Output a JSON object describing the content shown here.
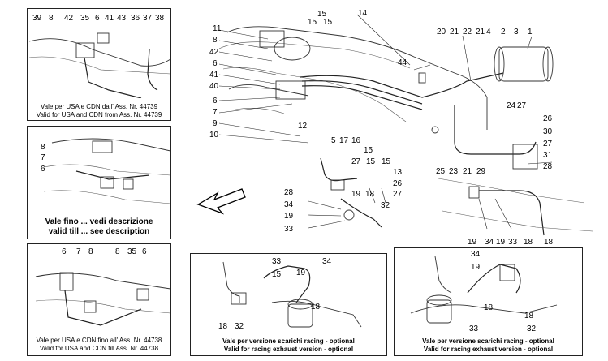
{
  "main": {
    "labels": [
      "11",
      "8",
      "42",
      "6",
      "41",
      "40",
      "6",
      "7",
      "9",
      "10",
      "12",
      "5",
      "17",
      "16",
      "15",
      "15",
      "15",
      "14",
      "15",
      "15",
      "13",
      "44",
      "2",
      "3",
      "1",
      "4",
      "21",
      "22",
      "21",
      "20",
      "26",
      "24",
      "27",
      "30",
      "27",
      "31",
      "28",
      "25",
      "23",
      "21",
      "29",
      "27",
      "15",
      "26",
      "27",
      "28",
      "34",
      "19",
      "33",
      "19",
      "18",
      "32",
      "19",
      "34",
      "19",
      "33",
      "18",
      "18"
    ]
  },
  "top_left": {
    "labels": [
      "39",
      "8",
      "42",
      "35",
      "6",
      "41",
      "43",
      "36",
      "37",
      "38"
    ],
    "caption_it": "Vale per USA e CDN dall' Ass. Nr. 44739",
    "caption_en": "Valid for USA and CDN from Ass. Nr. 44739"
  },
  "mid_left": {
    "labels": [
      "8",
      "7",
      "6"
    ],
    "caption_it": "Vale fino ... vedi descrizione",
    "caption_en": "valid till ... see description"
  },
  "bottom_left": {
    "labels": [
      "6",
      "7",
      "8",
      "8",
      "35",
      "6"
    ],
    "caption_it": "Vale per USA e CDN fino all' Ass. Nr. 44738",
    "caption_en": "Valid for USA and CDN till Ass. Nr. 44738"
  },
  "bottom_mid": {
    "labels": [
      "33",
      "15",
      "34",
      "19",
      "18",
      "32",
      "18"
    ],
    "caption_it": "Vale per versione scarichi racing - optional",
    "caption_en": "Valid for racing exhaust version - optional"
  },
  "bottom_right": {
    "labels": [
      "34",
      "19",
      "18",
      "33",
      "18",
      "32"
    ],
    "caption_it": "Vale per versione scarichi racing - optional",
    "caption_en": "Valid for racing exhaust version - optional"
  }
}
